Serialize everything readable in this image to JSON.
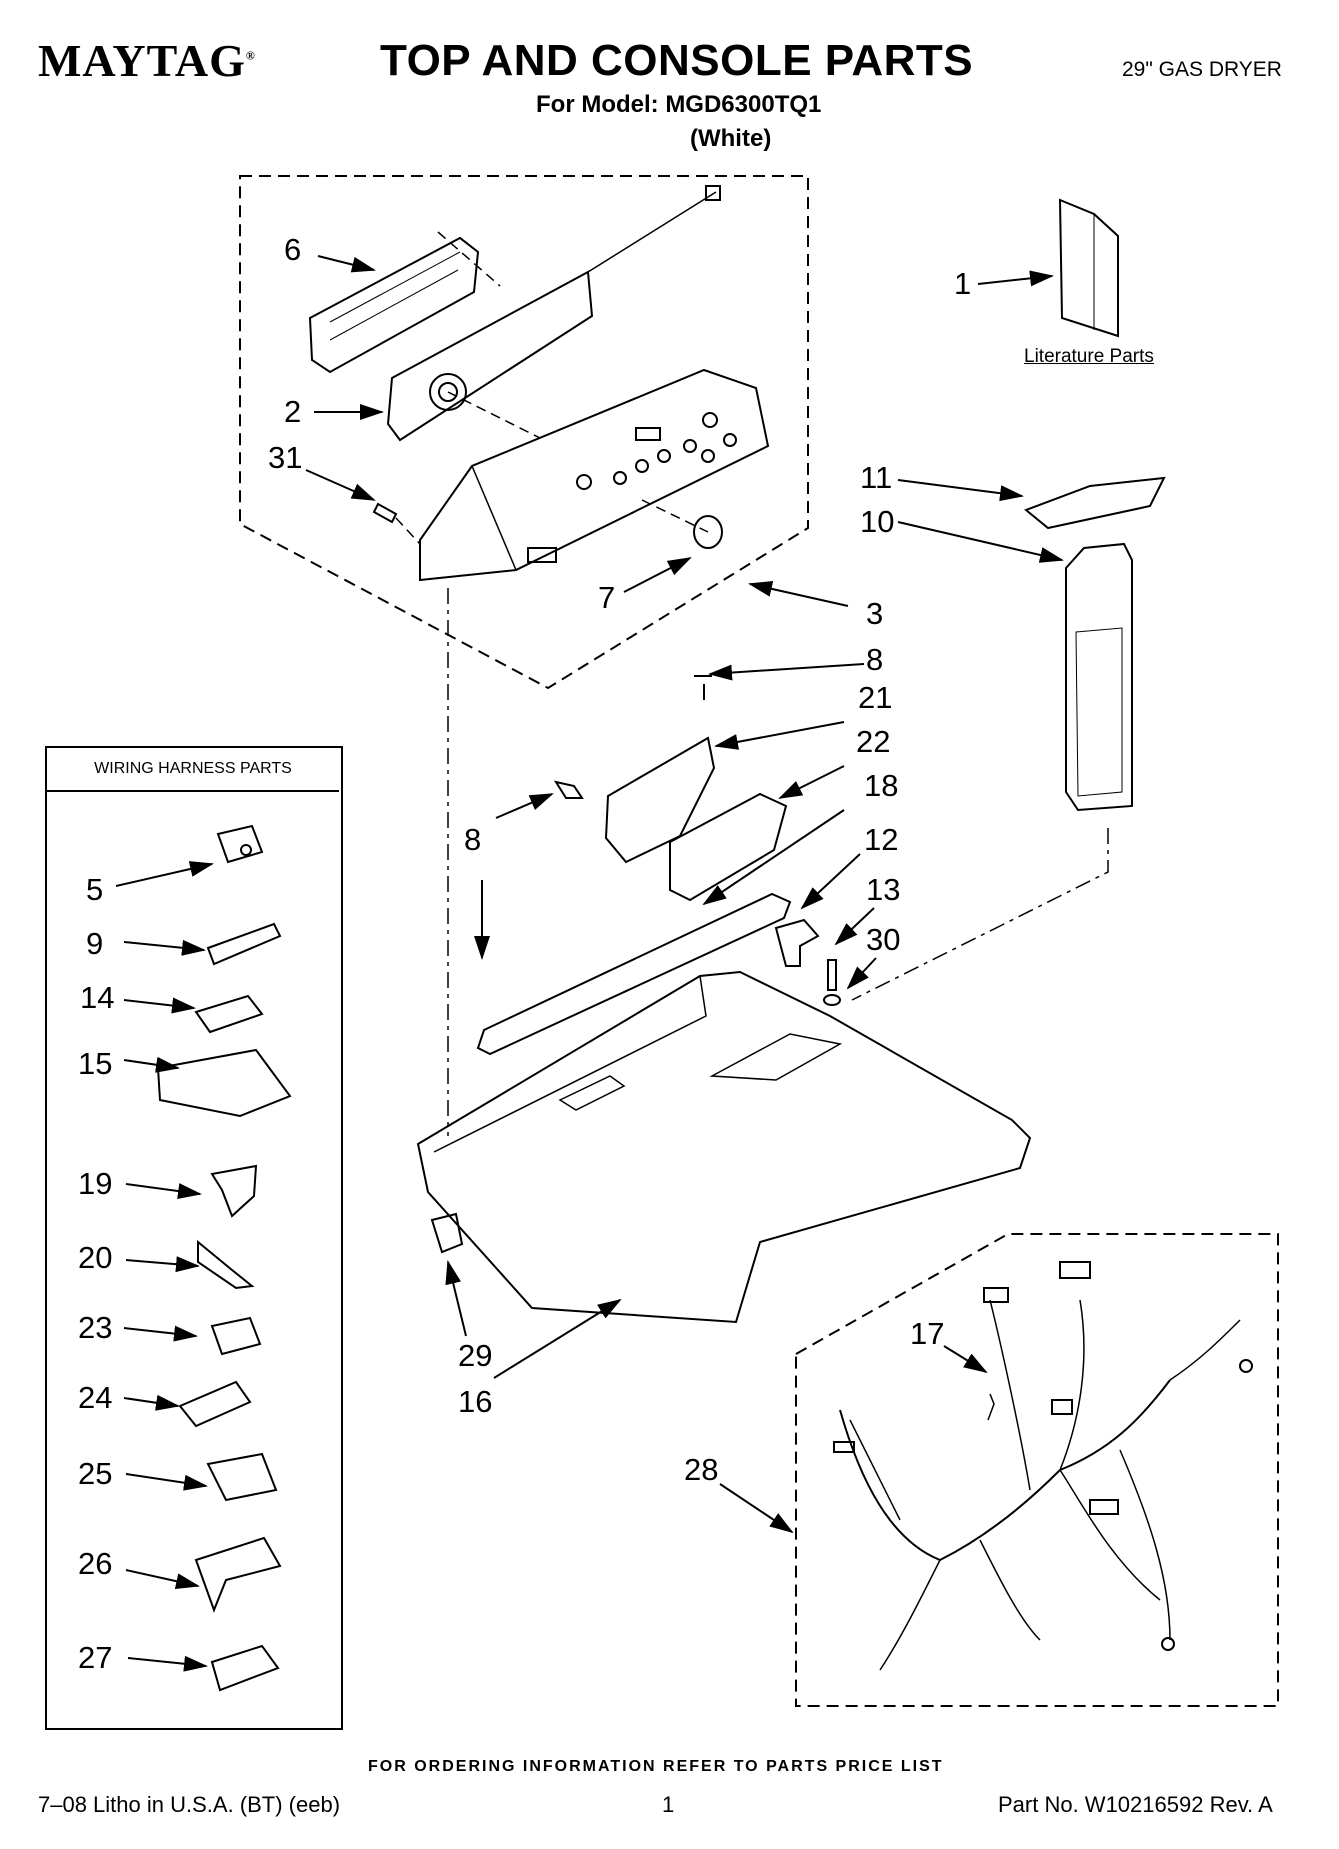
{
  "header": {
    "brand": "MAYTAG",
    "brand_mark": "®",
    "title": "TOP AND CONSOLE PARTS",
    "model_line": "For Model: MGD6300TQ1",
    "variant": "(White)",
    "product": "29\" GAS DRYER"
  },
  "literature_label": "Literature Parts",
  "harness_box_title": "WIRING HARNESS PARTS",
  "callouts": {
    "c1": "1",
    "c2": "2",
    "c3": "3",
    "c6": "6",
    "c7": "7",
    "c8a": "8",
    "c8b": "8",
    "c10": "10",
    "c11": "11",
    "c12": "12",
    "c13": "13",
    "c16": "16",
    "c17": "17",
    "c18": "18",
    "c21": "21",
    "c22": "22",
    "c28": "28",
    "c29": "29",
    "c30": "30",
    "c31": "31",
    "c5": "5",
    "c9": "9",
    "c14": "14",
    "c15": "15",
    "c19": "19",
    "c20": "20",
    "c23": "23",
    "c24": "24",
    "c25": "25",
    "c26": "26",
    "c27": "27"
  },
  "footer": {
    "note": "FOR ORDERING INFORMATION REFER TO PARTS PRICE LIST",
    "print_info": "7–08 Litho in U.S.A. (BT) (eeb)",
    "page": "1",
    "part_no": "Part No. W10216592 Rev. A"
  }
}
